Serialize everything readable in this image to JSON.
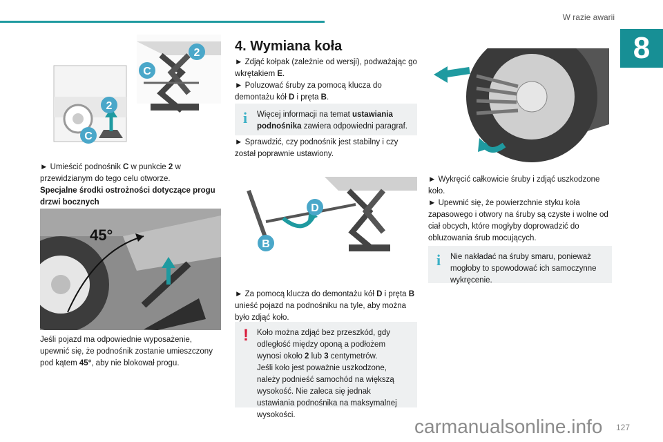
{
  "header": {
    "section": "W razie awarii",
    "chapter": "8"
  },
  "col1": {
    "p1_pre": "► Umieścić podnośnik ",
    "p1_b1": "C",
    "p1_mid": " w punkcie ",
    "p1_b2": "2",
    "p1_post": " w przewidzianym do tego celu otworze.",
    "subhead": "Specjalne środki ostrożności dotyczące progu drzwi bocznych",
    "p2_pre": "Jeśli pojazd ma odpowiednie wyposażenie, upewnić się, że podnośnik zostanie umieszczony pod kątem ",
    "p2_b": "45°",
    "p2_post": ", aby nie blokował progu.",
    "fig1_labels": [
      "C",
      "2",
      "2",
      "C"
    ],
    "fig2_label": "45°"
  },
  "col2": {
    "title": "4. Wymiana koła",
    "s1_pre": "► Zdjąć kołpak (zależnie od wersji), podważając go wkrętakiem ",
    "s1_b": "E",
    "s1_post": ".",
    "s2_pre": "► Poluzować śruby za pomocą klucza do demontażu kół ",
    "s2_b1": "D",
    "s2_mid": " i pręta ",
    "s2_b2": "B",
    "s2_post": ".",
    "info_pre": "Więcej informacji na temat ",
    "info_b": "ustawiania podnośnika",
    "info_post": " zawiera odpowiedni paragraf.",
    "s3": "► Sprawdzić, czy podnośnik jest stabilny i czy został poprawnie ustawiony.",
    "fig_labels": [
      "D",
      "B"
    ],
    "s4_pre": "► Za pomocą klucza do demontażu kół ",
    "s4_b1": "D",
    "s4_mid": " i pręta ",
    "s4_b2": "B",
    "s4_post": " unieść pojazd na podnośniku na tyle, aby można było zdjąć koło.",
    "warn1_pre": "Koło można zdjąć bez przeszkód, gdy odległość między oponą a podłożem wynosi około ",
    "warn1_b1": "2",
    "warn1_mid": " lub ",
    "warn1_b2": "3",
    "warn1_post": " centymetrów.",
    "warn2": "Jeśli koło jest poważnie uszkodzone, należy podnieść samochód na większą wysokość. Nie zaleca się jednak ustawiania podnośnika na maksymalnej wysokości."
  },
  "col3": {
    "s1": "► Wykręcić całkowicie śruby i zdjąć uszkodzone koło.",
    "s2": "► Upewnić się, że powierzchnie styku koła zapasowego i otwory na śruby są czyste i wolne od ciał obcych, które mogłyby doprowadzić do obluzowania śrub mocujących.",
    "info": "Nie nakładać na śruby smaru, ponieważ mogłoby to spowodować ich samoczynne wykręcenie."
  },
  "footer": {
    "page": "127",
    "watermark": "carmanualsonline.info"
  },
  "colors": {
    "teal": "#1f9aa0",
    "info_blue": "#3ab0c6",
    "warn_red": "#d81b3b",
    "box_bg": "#eef0f1"
  }
}
